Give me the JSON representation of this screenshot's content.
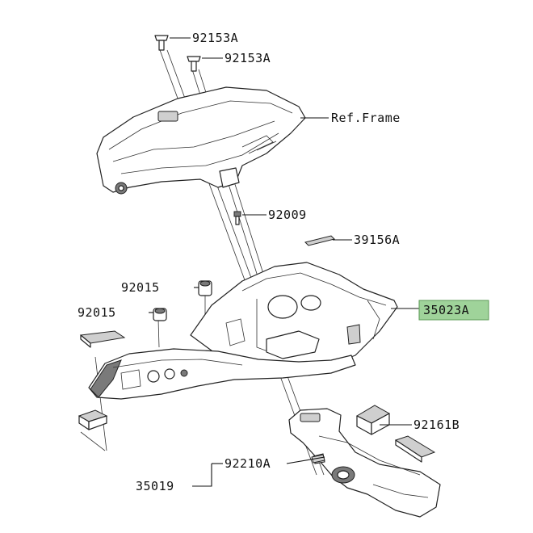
{
  "highlight_color": "#9fd39a",
  "callouts": {
    "bolt_upper": "92153A",
    "bolt_second": "92153A",
    "frame_ref": "Ref.Frame",
    "bolt_mid": "92009",
    "clip": "39156A",
    "cover": "35023A",
    "damper_upper": "92015",
    "damper_lower": "92015",
    "bracket": "92161B",
    "nut": "92210A",
    "assembly": "35019"
  }
}
